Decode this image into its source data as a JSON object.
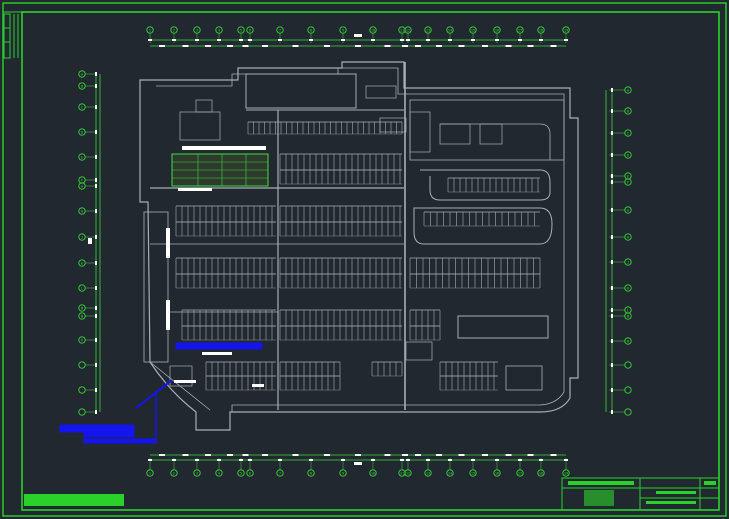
{
  "colors": {
    "background": "#212830",
    "frame": "#2bd12b",
    "grid": "#39d839",
    "walls": "#a9aeb5",
    "text": "#ffffff",
    "highlight": "#1414ee"
  },
  "top_axis_labels": [
    "1",
    "2",
    "3",
    "4",
    "5",
    "6",
    "7",
    "8",
    "9",
    "10",
    "11",
    "12",
    "13",
    "14",
    "15",
    "16",
    "17",
    "18",
    "19"
  ],
  "left_axis_labels": [
    "A",
    "B",
    "C",
    "D",
    "E",
    "F",
    "G",
    "H",
    "J",
    "K",
    "L",
    "M",
    "N",
    "P"
  ],
  "right_axis_labels": [
    "A",
    "B",
    "C",
    "D",
    "E",
    "F",
    "G",
    "H",
    "J",
    "K",
    "L",
    "M",
    "N"
  ],
  "icons": {
    "bubble": "axis-bubble-icon",
    "dimension_tick": "dimension-tick-icon"
  }
}
